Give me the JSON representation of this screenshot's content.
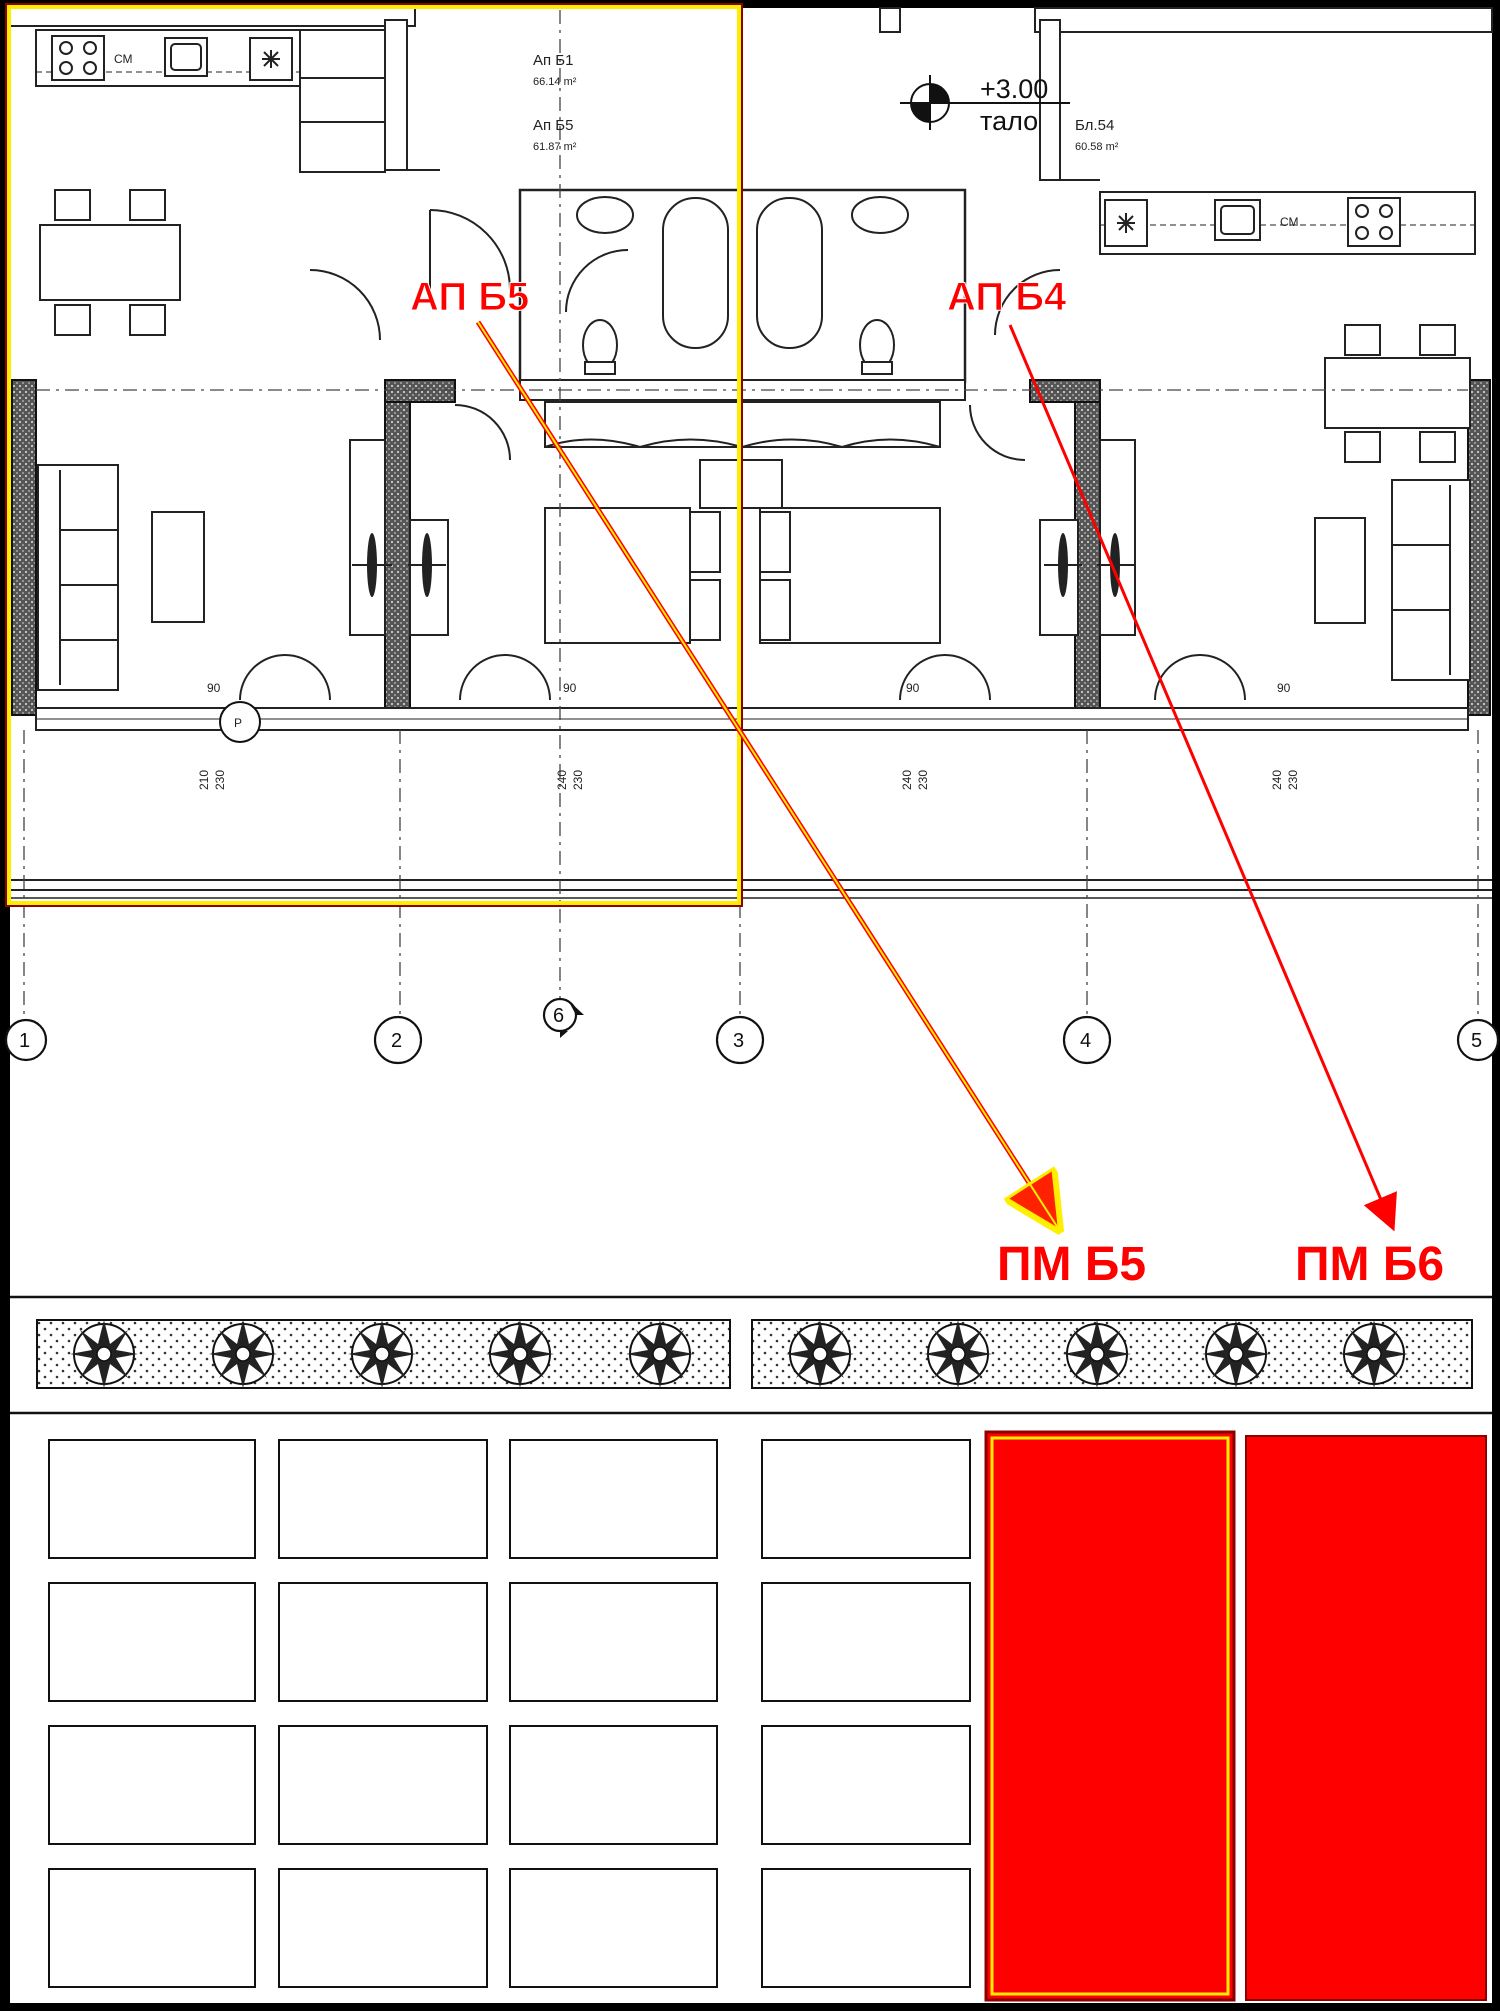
{
  "colors": {
    "background": "#ffffff",
    "frame": "#000000",
    "wall": "#333333",
    "highlight_yellow": "#ffee00",
    "label_red": "#ff0000",
    "parking_red": "#ff0000",
    "parking_border_dark": "#8b0000"
  },
  "apartments": {
    "b1": {
      "name": "Ап Б1",
      "area": "66.14 m²"
    },
    "b5": {
      "name": "Ап Б5",
      "area": "61.87 m²"
    },
    "b54": {
      "name": "Бл.54",
      "area": "60.58 m²"
    }
  },
  "level": {
    "value": "+3.00",
    "label": "тало"
  },
  "fixtures": {
    "washer_left": "СМ",
    "washer_right": "СМ"
  },
  "dimensions": {
    "door_widths": [
      "90",
      "90",
      "90",
      "90"
    ],
    "heights": [
      {
        "a": "210",
        "b": "230"
      },
      {
        "a": "240",
        "b": "230"
      },
      {
        "a": "240",
        "b": "230"
      },
      {
        "a": "240",
        "b": "230"
      }
    ],
    "section_marker": "Р"
  },
  "grid_axes": [
    "1",
    "2",
    "3",
    "4",
    "5",
    "6"
  ],
  "annotations": [
    {
      "label": "АП Б5",
      "color": "yellow-red"
    },
    {
      "label": "АП Б4",
      "color": "red"
    }
  ],
  "parking_labels": [
    {
      "label": "ПМ Б5",
      "color": "yellow-red"
    },
    {
      "label": "ПМ Б6",
      "color": "red"
    }
  ],
  "parking": {
    "rows": 4,
    "unmarked_columns": 4,
    "highlighted": [
      "ПМ Б5",
      "ПМ Б6"
    ]
  },
  "icons": [
    "stove-icon",
    "sink-icon",
    "fridge-icon",
    "bathtub-icon",
    "toilet-icon",
    "washbasin-icon",
    "shrub-icon",
    "elevation-marker-icon"
  ]
}
